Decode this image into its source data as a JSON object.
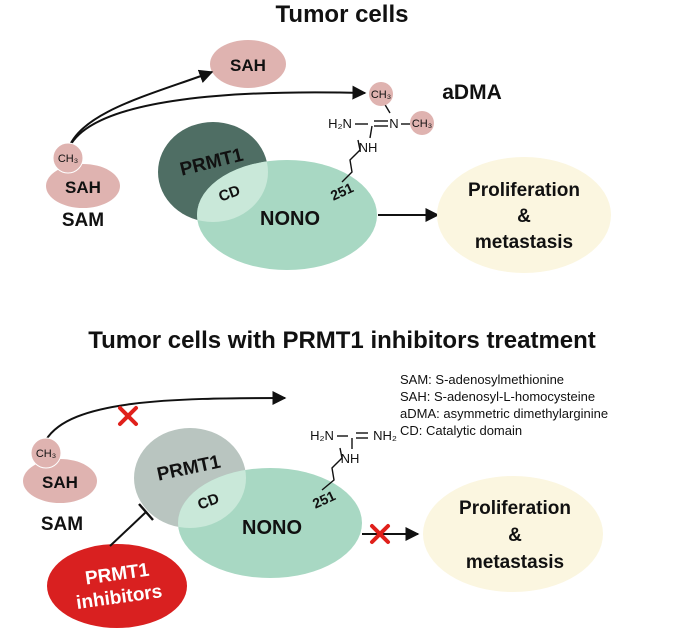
{
  "top": {
    "title": "Tumor cells",
    "product_sah": "SAH",
    "ch3": "CH₃",
    "sam_inner": "SAH",
    "sam_label": "SAM",
    "prmt1": "PRMT1",
    "cd": "CD",
    "nono": "NONO",
    "residue": "251",
    "admda": "aDMA",
    "h2n": "H₂N",
    "n": "N",
    "nh": "NH",
    "methyl1": "CH₃",
    "methyl2": "CH₃",
    "outcome_line1": "Proliferation",
    "outcome_line2": "&",
    "outcome_line3": "metastasis"
  },
  "bottom": {
    "title": "Tumor cells with PRMT1 inhibitors treatment",
    "ch3": "CH₃",
    "sam_inner": "SAH",
    "sam_label": "SAM",
    "prmt1": "PRMT1",
    "cd": "CD",
    "nono": "NONO",
    "residue": "251",
    "h2n": "H₂N",
    "nh2": "NH₂",
    "nh": "NH",
    "inhibitor_line1": "PRMT1",
    "inhibitor_line2": "inhibitors",
    "outcome_line1": "Proliferation",
    "outcome_line2": "&",
    "outcome_line3": "metastasis"
  },
  "legend": [
    "SAM: S-adenosylmethionine",
    "SAH: S-adenosyl-L-homocysteine",
    "aDMA: asymmetric dimethylarginine",
    "CD: Catalytic domain"
  ],
  "colors": {
    "sah_pink": "#dfb3b0",
    "prmt1_dark": "#4f6e64",
    "prmt1_gray": "#b9c5c0",
    "nono_green": "#a8d8c3",
    "cd_overlap": "#c9e8d9",
    "outcome_cream": "#fbf6e0",
    "inhibitor_red": "#d92020",
    "cross_red": "#e0201b"
  }
}
